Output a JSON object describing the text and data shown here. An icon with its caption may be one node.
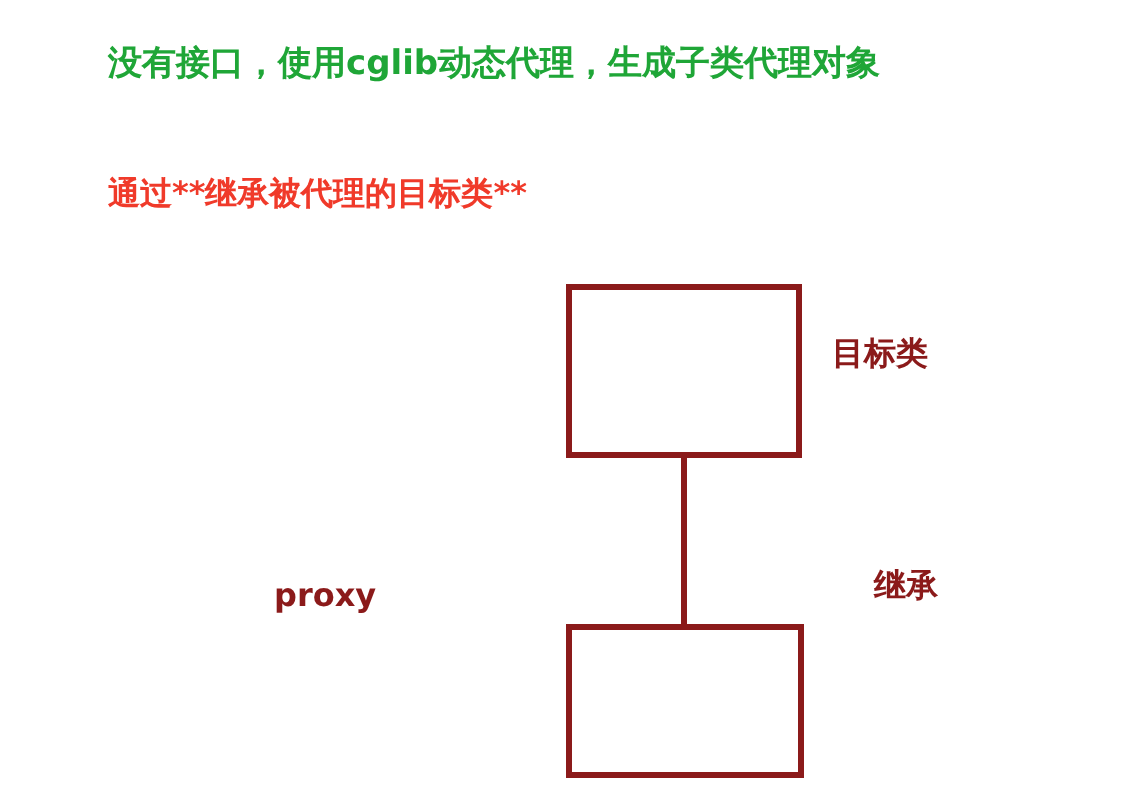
{
  "diagram": {
    "title": "没有接口，使用cglib动态代理，生成子类代理对象",
    "nodes": [
      {
        "text": [],
        "shape": "box",
        "beside": [
          "目标类"
        ]
      },
      {
        "text": [],
        "shape": "box"
      }
    ],
    "edges": [
      {
        "from": 0,
        "to": 1,
        "arrow": "none"
      }
    ],
    "labels": [
      "通过**继承被代理的目标类**",
      "proxy",
      "继承"
    ]
  }
}
